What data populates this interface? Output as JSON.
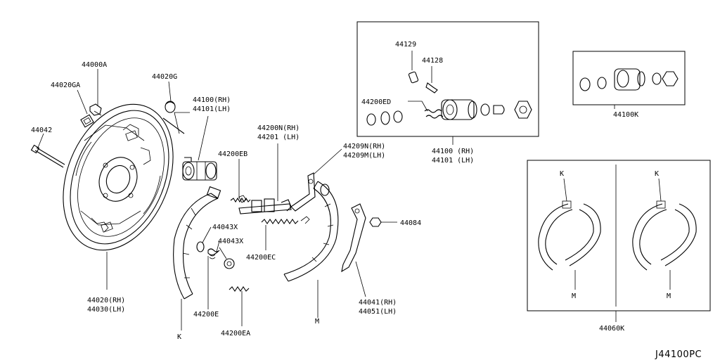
{
  "labels": {
    "l44000A": "44000A",
    "l44020GA": "44020GA",
    "l44042": "44042",
    "l44020G": "44020G",
    "l44100RH_a": "44100(RH)",
    "l44101LH_a": "44101(LH)",
    "l44200EB": "44200EB",
    "l44200NRH": "44200N(RH)",
    "l44201LH": "44201 (LH)",
    "l44209NRH": "44209N(RH)",
    "l44209MLH": "44209M(LH)",
    "l44043X_a": "44043X",
    "l44043X_b": "44043X",
    "l44200EC": "44200EC",
    "l44084": "44084",
    "l44020RH": "44020(RH)",
    "l44030LH": "44030(LH)",
    "l44200E": "44200E",
    "l44200EA": "44200EA",
    "l44041RH": "44041(RH)",
    "l44051LH": "44051(LH)",
    "lK_main": "K",
    "lM_main": "M",
    "l44129": "44129",
    "l44128": "44128",
    "l44200ED": "44200ED",
    "l44100RH_b": "44100 (RH)",
    "l44101LH_b": "44101 (LH)",
    "l44100K": "44100K",
    "lK_left": "K",
    "lM_left": "M",
    "lK_right": "K",
    "lM_right": "M",
    "l44060K": "44060K"
  },
  "diagram_code": "J44100PC"
}
